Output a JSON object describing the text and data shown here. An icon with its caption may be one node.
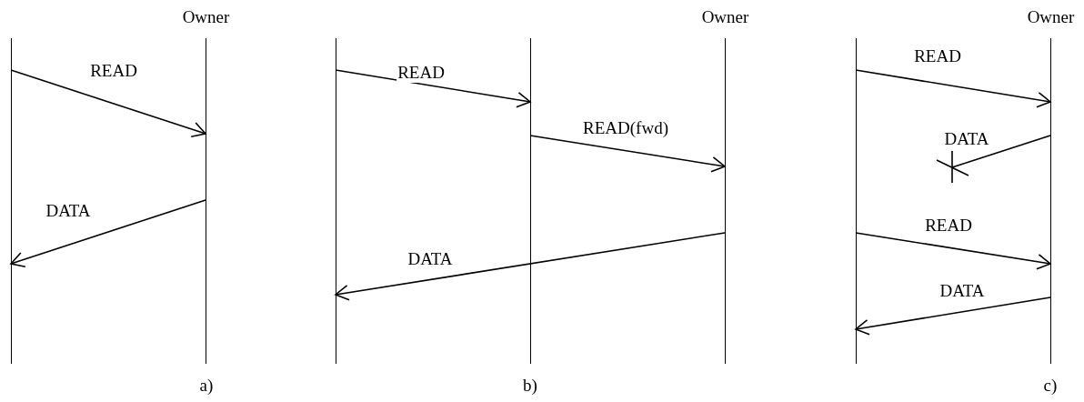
{
  "diagram": {
    "nodes": [
      {
        "text": [],
        "shape": "bar"
      },
      {
        "text": [
          "Owner"
        ]
      },
      {
        "text": [],
        "shape": "bar"
      },
      {
        "text": [],
        "shape": "bar"
      },
      {
        "text": [
          "Owner"
        ]
      },
      {
        "text": [],
        "shape": "bar"
      },
      {
        "text": [
          "Owner"
        ]
      }
    ],
    "edges": [
      {
        "from": 0,
        "to": 1,
        "arrow": "to",
        "label": "READ"
      },
      {
        "from": 1,
        "to": 0,
        "arrow": "to",
        "label": "DATA"
      },
      {
        "from": 2,
        "to": 3,
        "arrow": "to",
        "label": "READ"
      },
      {
        "from": 3,
        "to": 4,
        "arrow": "to",
        "label": "READ(fwd)"
      },
      {
        "from": 4,
        "to": 2,
        "arrow": "to",
        "label": "DATA"
      },
      {
        "from": 5,
        "to": 6,
        "arrow": "to",
        "label": "READ"
      },
      {
        "from": 6,
        "to": null,
        "arrow": "other",
        "label": "DATA"
      },
      {
        "from": 5,
        "to": 6,
        "arrow": "to",
        "label": "READ"
      },
      {
        "from": 6,
        "to": 5,
        "arrow": "to",
        "label": "DATA"
      }
    ],
    "labels": [
      "a)",
      "b)",
      "c)"
    ]
  }
}
